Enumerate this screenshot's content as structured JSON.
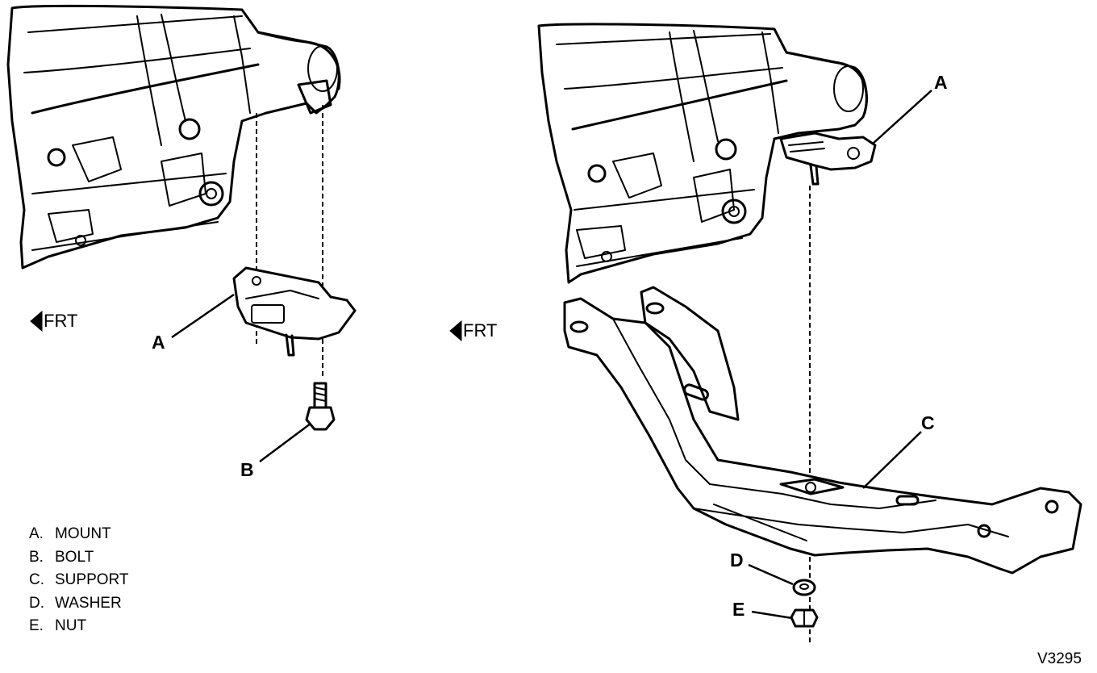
{
  "callouts": {
    "left_a": "A",
    "left_b": "B",
    "right_a": "A",
    "right_c": "C",
    "right_d": "D",
    "right_e": "E"
  },
  "direction_labels": {
    "left": "FRT",
    "right": "FRT"
  },
  "legend": [
    {
      "key": "A.",
      "text": "MOUNT"
    },
    {
      "key": "B.",
      "text": "BOLT"
    },
    {
      "key": "C.",
      "text": "SUPPORT"
    },
    {
      "key": "D.",
      "text": "WASHER"
    },
    {
      "key": "E.",
      "text": "NUT"
    }
  ],
  "figure_id": "V3295"
}
